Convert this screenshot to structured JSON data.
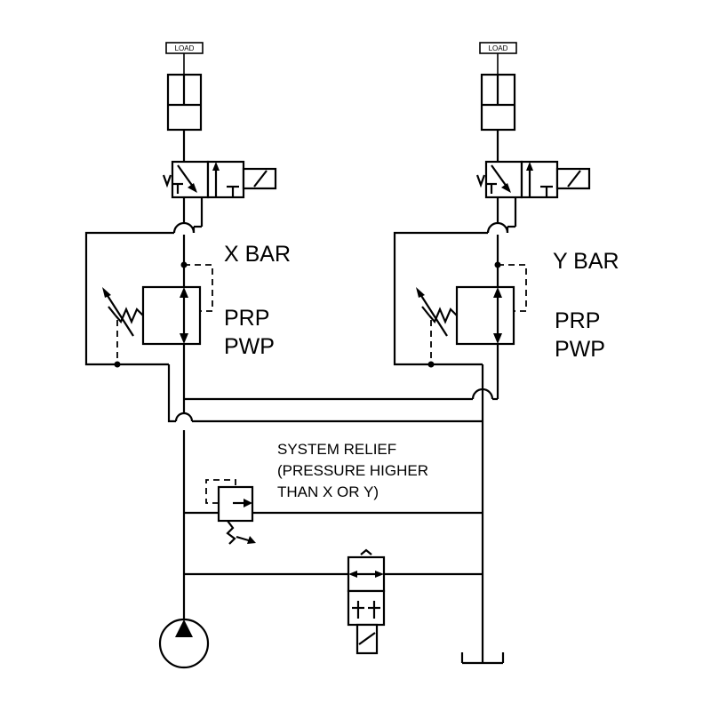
{
  "labels": {
    "load_left": "LOAD",
    "load_right": "LOAD",
    "x_bar": "X BAR",
    "y_bar": "Y BAR",
    "prp_left": "PRP",
    "pwp_left": "PWP",
    "prp_right": "PRP",
    "pwp_right": "PWP",
    "relief_line1": "SYSTEM RELIEF",
    "relief_line2": "(PRESSURE HIGHER",
    "relief_line3": "THAN X OR Y)"
  }
}
